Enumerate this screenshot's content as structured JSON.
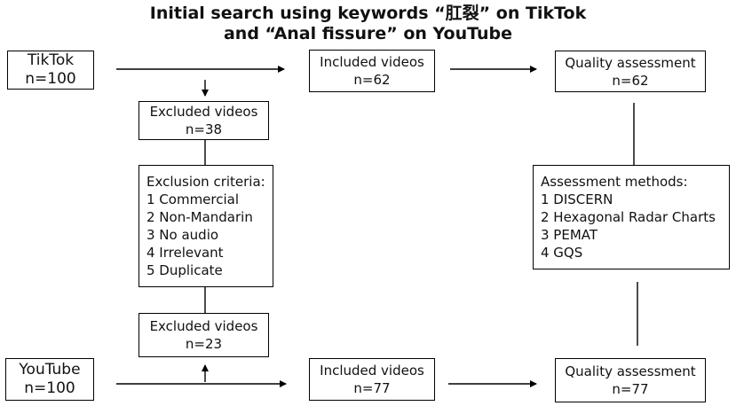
{
  "title": {
    "line1": "Initial search using keywords “肛裂” on TikTok",
    "line2": "and “Anal fissure” on YouTube"
  },
  "tiktok": {
    "source": {
      "name": "TikTok",
      "count": "n=100"
    },
    "excluded": {
      "label": "Excluded videos",
      "count": "n=38"
    },
    "included": {
      "label": "Included videos",
      "count": "n=62"
    },
    "quality": {
      "label": "Quality assessment",
      "count": "n=62"
    }
  },
  "exclusion_criteria": {
    "heading": "Exclusion criteria:",
    "items": [
      "1 Commercial",
      "2 Non-Mandarin",
      "3 No audio",
      "4 Irrelevant",
      "5 Duplicate"
    ]
  },
  "assessment_methods": {
    "heading": "Assessment methods:",
    "items": [
      "1 DISCERN",
      "2 Hexagonal Radar Charts",
      "3 PEMAT",
      "4 GQS"
    ]
  },
  "youtube": {
    "source": {
      "name": "YouTube",
      "count": "n=100"
    },
    "excluded": {
      "label": "Excluded videos",
      "count": "n=23"
    },
    "included": {
      "label": "Included videos",
      "count": "n=77"
    },
    "quality": {
      "label": "Quality assessment",
      "count": "n=77"
    }
  }
}
